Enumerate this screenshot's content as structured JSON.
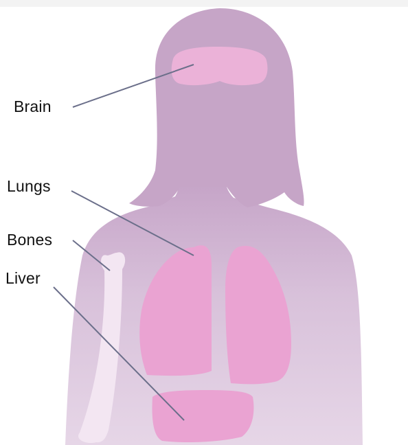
{
  "figure": {
    "labels": {
      "brain": "Brain",
      "lungs": "Lungs",
      "bones": "Bones",
      "liver": "Liver"
    }
  },
  "colors": {
    "background": "#ffffff",
    "top_strip": "#f3f3f3",
    "head_hair": "#c9a9c9",
    "body": "#e2cfe2",
    "organ": "#ebaad6",
    "bone": "#f3e6f2",
    "leader_line": "#6b6f8a",
    "label_text": "#111111"
  }
}
